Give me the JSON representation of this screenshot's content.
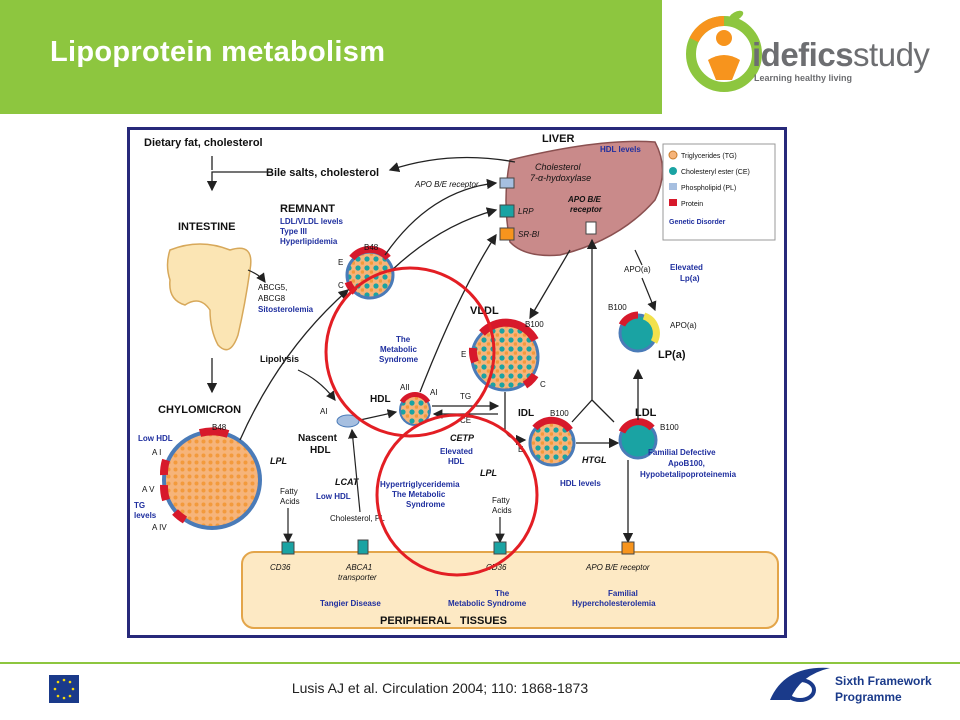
{
  "slide": {
    "title": "Lipoprotein metabolism",
    "citation": "Lusis AJ et al. Circulation 2004; 110: 1868-1873"
  },
  "logo": {
    "brand_bold": "idefics",
    "brand_light": "study",
    "tagline": "Learning healthy living"
  },
  "footer": {
    "fp6_line1": "Sixth Framework",
    "fp6_line2": "Programme"
  },
  "colors": {
    "header_green": "#8dc63f",
    "frame_navy": "#27297a",
    "label_blue": "#1f2f9f",
    "circle_red": "#e31e24",
    "liver": "#c98a8a",
    "particle_core": "#f6b47a",
    "protein_red": "#d7192b"
  },
  "diagram": {
    "dietary": "Dietary fat, cholesterol",
    "bile_salts": "Bile salts, cholesterol",
    "liver": "LIVER",
    "hdl_levels_top": "HDL levels",
    "chol_hydroxylase_1": "Cholesterol",
    "chol_hydroxylase_2": "7-α-hydoxylase",
    "apobe_receptor_top": "APO B/E receptor",
    "apobe_liver_1": "APO B/E",
    "apobe_liver_2": "receptor",
    "lrp": "LRP",
    "srbi": "SR-BI",
    "intestine": "INTESTINE",
    "remnant": "REMNANT",
    "ldl_vldl_1": "LDL/VLDL levels",
    "ldl_vldl_2": "Type III",
    "ldl_vldl_3": "Hyperlipidemia",
    "b48_remnant": "B48",
    "e_remnant": "E",
    "c_remnant": "C",
    "abcg5": "ABCG5,",
    "abcg8": "ABCG8",
    "sitosterolemia": "Sitosterolemia",
    "vldl": "VLDL",
    "b100_vldl": "B100",
    "e_vldl": "E",
    "c_vldl": "C",
    "metabolic_1": "The",
    "metabolic_2": "Metabolic",
    "metabolic_3": "Syndrome",
    "lipolysis": "Lipolysis",
    "aii": "AII",
    "ai_hdl": "AI",
    "hdl": "HDL",
    "tg_label": "TG",
    "ce_label": "CE",
    "ai_nascent": "AI",
    "chylomicron": "CHYLOMICRON",
    "nascent_1": "Nascent",
    "nascent_2": "HDL",
    "b48_chylo": "B48",
    "low_hdl_left": "Low HDL",
    "a_i": "A I",
    "a_v": "A V",
    "tg_levels_1": "TG",
    "tg_levels_2": "levels",
    "a_iv": "A IV",
    "lpl_left": "LPL",
    "fatty_acids_left_1": "Fatty",
    "fatty_acids_left_2": "Acids",
    "lcat": "LCAT",
    "low_hdl_mid": "Low HDL",
    "cholesterol_pl": "Cholesterol, PL",
    "cetp": "CETP",
    "elevated_hdl_1": "Elevated",
    "elevated_hdl_2": "HDL",
    "lpl_mid": "LPL",
    "hypertrig_1": "Hypertriglyceridemia",
    "hypertrig_2": "The Metabolic",
    "hypertrig_3": "Syndrome",
    "fatty_acids_mid_1": "Fatty",
    "fatty_acids_mid_2": "Acids",
    "idl": "IDL",
    "b100_idl": "B100",
    "e_idl": "E",
    "htgl": "HTGL",
    "hdl_levels_mid": "HDL levels",
    "ldl": "LDL",
    "b100_ldl": "B100",
    "familial_def_1": "Familial Defective",
    "familial_def_2": "ApoB100,",
    "familial_def_3": "Hypobetalipoproteinemia",
    "apoa_top": "APO(a)",
    "elevated_lpa_1": "Elevated",
    "elevated_lpa_2": "Lp(a)",
    "b100_lpa": "B100",
    "apoa_right": "APO(a)",
    "lpa": "LP(a)",
    "legend_tg": "Triglycerides (TG)",
    "legend_ce": "Cholesteryl ester (CE)",
    "legend_pl": "Phospholipid (PL)",
    "legend_protein": "Protein",
    "legend_genetic": "Genetic Disorder",
    "cd36_left": "CD36",
    "abca1_1": "ABCA1",
    "abca1_2": "transporter",
    "tangier": "Tangier Disease",
    "cd36_mid": "CD36",
    "metabolic_bottom_1": "The",
    "metabolic_bottom_2": "Metabolic Syndrome",
    "apobe_periph": "APO B/E receptor",
    "familial_hyper_1": "Familial",
    "familial_hyper_2": "Hypercholesterolemia",
    "peripheral": "PERIPHERAL   TISSUES"
  }
}
